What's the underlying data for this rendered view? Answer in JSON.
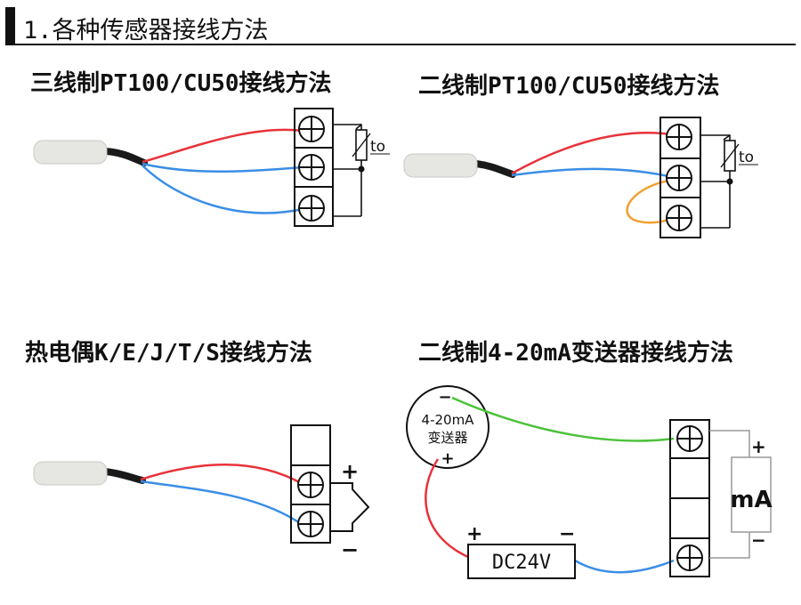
{
  "header": {
    "title": "1.各种传感器接线方法"
  },
  "sections": {
    "three_wire": {
      "title": "三线制PT100/CU50接线方法",
      "rtd_label": "to"
    },
    "two_wire": {
      "title": "二线制PT100/CU50接线方法",
      "rtd_label": "to"
    },
    "thermocouple": {
      "title": "热电偶K/E/J/T/S接线方法",
      "plus": "+",
      "minus": "−"
    },
    "transmitter": {
      "title": "二线制4-20mA变送器接线方法",
      "circle_line1": "4-20mA",
      "circle_line2": "变送器",
      "circle_minus": "−",
      "circle_plus": "+",
      "supply_label": "DC24V",
      "supply_plus": "+",
      "supply_minus": "−",
      "meter_label": "mA",
      "meter_plus": "+",
      "meter_minus": "−"
    }
  },
  "colors": {
    "wire_red": "#e8323a",
    "wire_blue": "#3a8ee6",
    "wire_green": "#4cc23a",
    "wire_orange": "#f0a030",
    "probe": "#e6e6e2",
    "cable": "#1a1a1a",
    "line": "#111111"
  }
}
